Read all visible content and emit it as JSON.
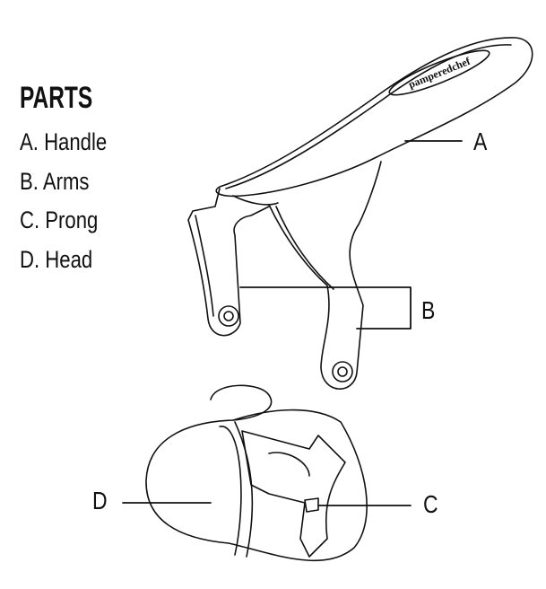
{
  "parts": {
    "title": "PARTS",
    "items": [
      "A. Handle",
      "B. Arms",
      "C. Prong",
      "D. Head"
    ]
  },
  "callouts": {
    "a": "A",
    "b": "B",
    "c": "C",
    "d": "D"
  },
  "logo": "pamperedchef"
}
